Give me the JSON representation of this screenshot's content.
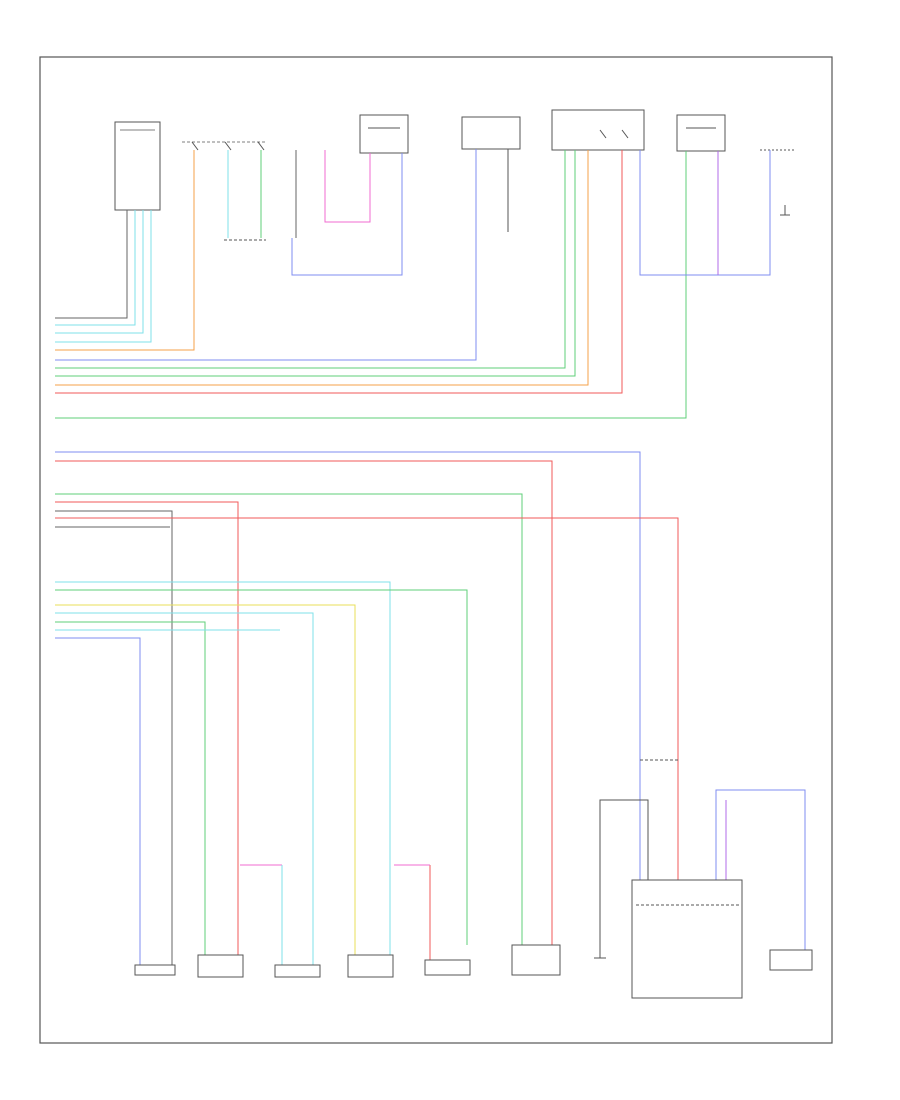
{
  "diagram": {
    "title": "",
    "footer_code": "",
    "wire_colors": {
      "cyan": "#7fe0ea",
      "orange": "#f6a24a",
      "green": "#5fcf79",
      "red": "#f15a5a",
      "pink": "#f06bd0",
      "blue": "#7f8df0",
      "purple": "#b06be8",
      "yellow": "#e8df5a",
      "gray": "#666666"
    },
    "top_components": [
      {
        "name": "",
        "kind": "module"
      },
      {
        "name": "",
        "kind": "switch"
      },
      {
        "name": "",
        "kind": "module"
      },
      {
        "name": "",
        "kind": "switch"
      },
      {
        "name": "",
        "kind": "module"
      },
      {
        "name": "",
        "kind": "module"
      },
      {
        "name": "",
        "kind": "ground"
      }
    ],
    "bottom_components": [
      {
        "name": "",
        "kind": "sensor"
      },
      {
        "name": "",
        "kind": "sensor"
      },
      {
        "name": "",
        "kind": "sensor"
      },
      {
        "name": "",
        "kind": "sensor"
      },
      {
        "name": "",
        "kind": "sensor"
      },
      {
        "name": "",
        "kind": "sensor"
      },
      {
        "name": "",
        "kind": "ground"
      },
      {
        "name": "",
        "kind": "module"
      },
      {
        "name": "",
        "kind": "module"
      }
    ]
  }
}
